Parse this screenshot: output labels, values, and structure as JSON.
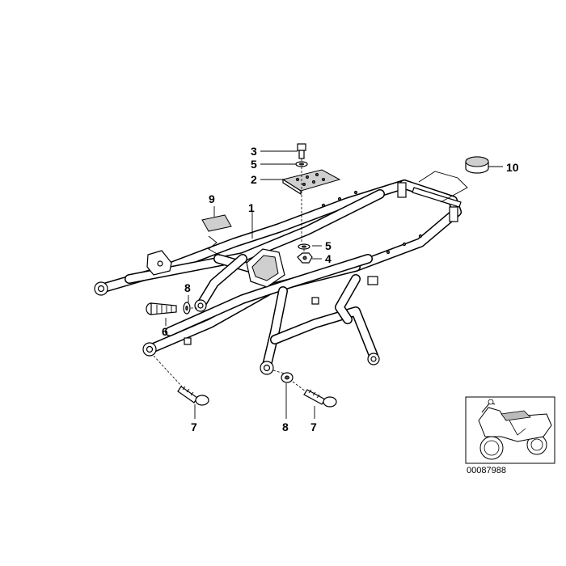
{
  "diagram": {
    "callouts": {
      "p1": "1",
      "p2": "2",
      "p3": "3",
      "p4": "4",
      "p5a": "5",
      "p5b": "5",
      "p6": "6",
      "p7a": "7",
      "p7b": "7",
      "p8a": "8",
      "p8b": "8",
      "p9": "9",
      "p10": "10"
    },
    "reference_code": "00087988"
  }
}
